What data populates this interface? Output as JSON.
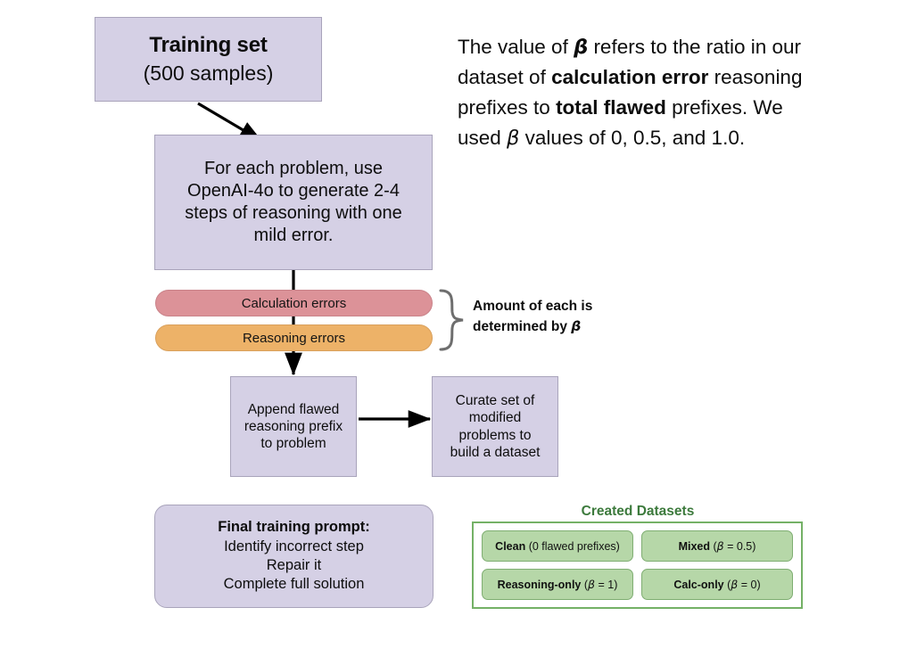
{
  "flow": {
    "training_set": {
      "title": "Training set",
      "subtitle": "(500 samples)"
    },
    "generate": {
      "line1": "For each problem, use",
      "line2": "OpenAI-4o to generate 2-4",
      "line3": "steps of reasoning with one",
      "line4": "mild error."
    },
    "pills": [
      {
        "label": "Calculation errors",
        "color": "#dc9298"
      },
      {
        "label": "Reasoning errors",
        "color": "#edb268"
      }
    ],
    "brace_note": {
      "line1": "Amount of each is",
      "line2_prefix": "determined by ",
      "line2_symbol": "β"
    },
    "append": {
      "line1": "Append flawed",
      "line2": "reasoning prefix",
      "line3": "to problem"
    },
    "curate": {
      "line1": "Curate set of",
      "line2": "modified",
      "line3": "problems to",
      "line4": "build a dataset"
    },
    "final_prompt": {
      "title": "Final training prompt:",
      "line1": "Identify incorrect step",
      "line2": "Repair it",
      "line3": "Complete full solution"
    }
  },
  "explanation": {
    "seg1": "The value of ",
    "beta1": "β",
    "seg2": " refers to the ratio in our dataset of ",
    "bold1": "calculation error",
    "seg3": " reasoning prefixes to ",
    "bold2": "total flawed",
    "seg4": " prefixes. We used ",
    "beta2": "β",
    "seg5": " values of 0, 0.5, and 1.0."
  },
  "datasets": {
    "title": "Created Datasets",
    "border_color": "#74b166",
    "chip_color": "#b6d7a8",
    "title_color": "#3c7a3c",
    "chips": [
      {
        "name": "Clean",
        "detail_prefix": " (0 flawed prefixes)",
        "beta": "",
        "detail_suffix": ""
      },
      {
        "name": "Mixed",
        "detail_prefix": " (",
        "beta": "β",
        "detail_suffix": " = 0.5)"
      },
      {
        "name": "Reasoning-only",
        "detail_prefix": " (",
        "beta": "β",
        "detail_suffix": " = 1)"
      },
      {
        "name": "Calc-only",
        "detail_prefix": " (",
        "beta": "β",
        "detail_suffix": " = 0)"
      }
    ]
  }
}
